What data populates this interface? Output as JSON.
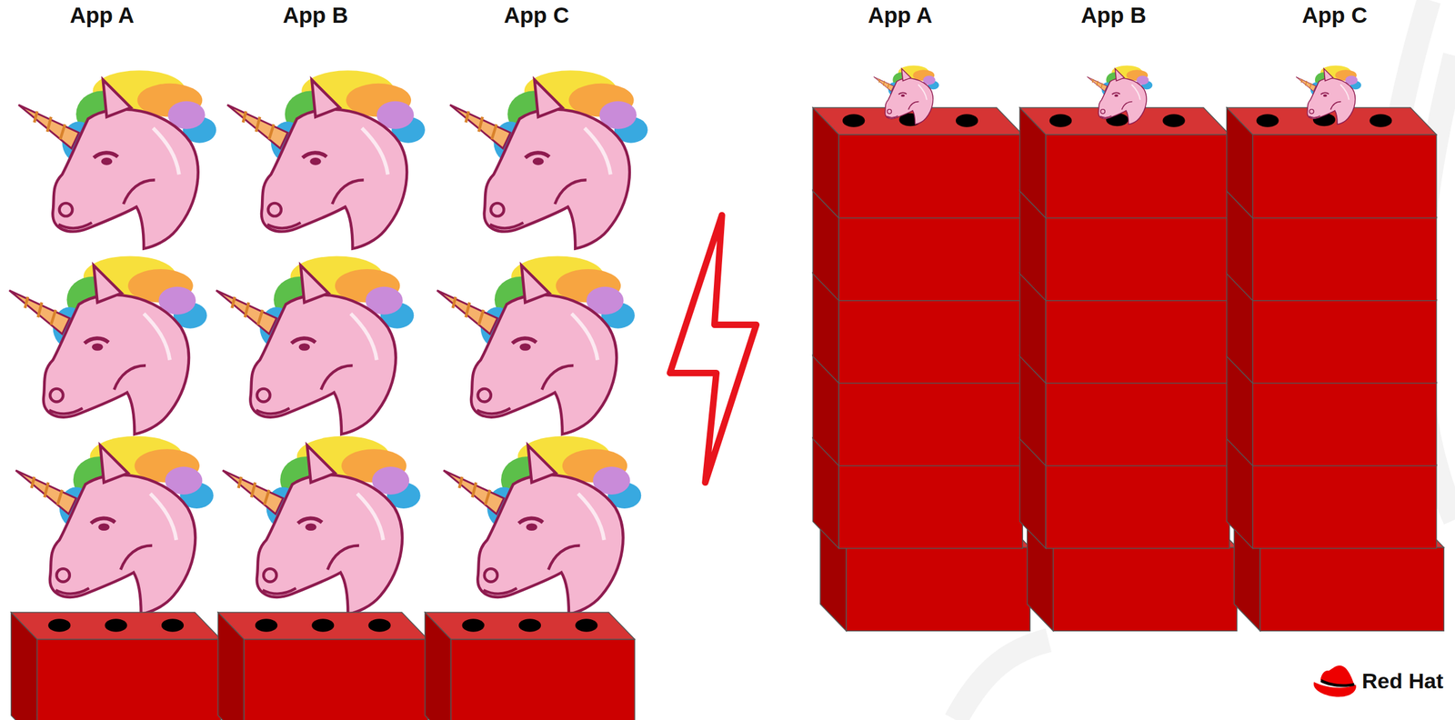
{
  "diagram": {
    "labels": [
      "App A",
      "App B",
      "App C",
      "App A",
      "App B",
      "App C",
      "Red Hat"
    ]
  }
}
